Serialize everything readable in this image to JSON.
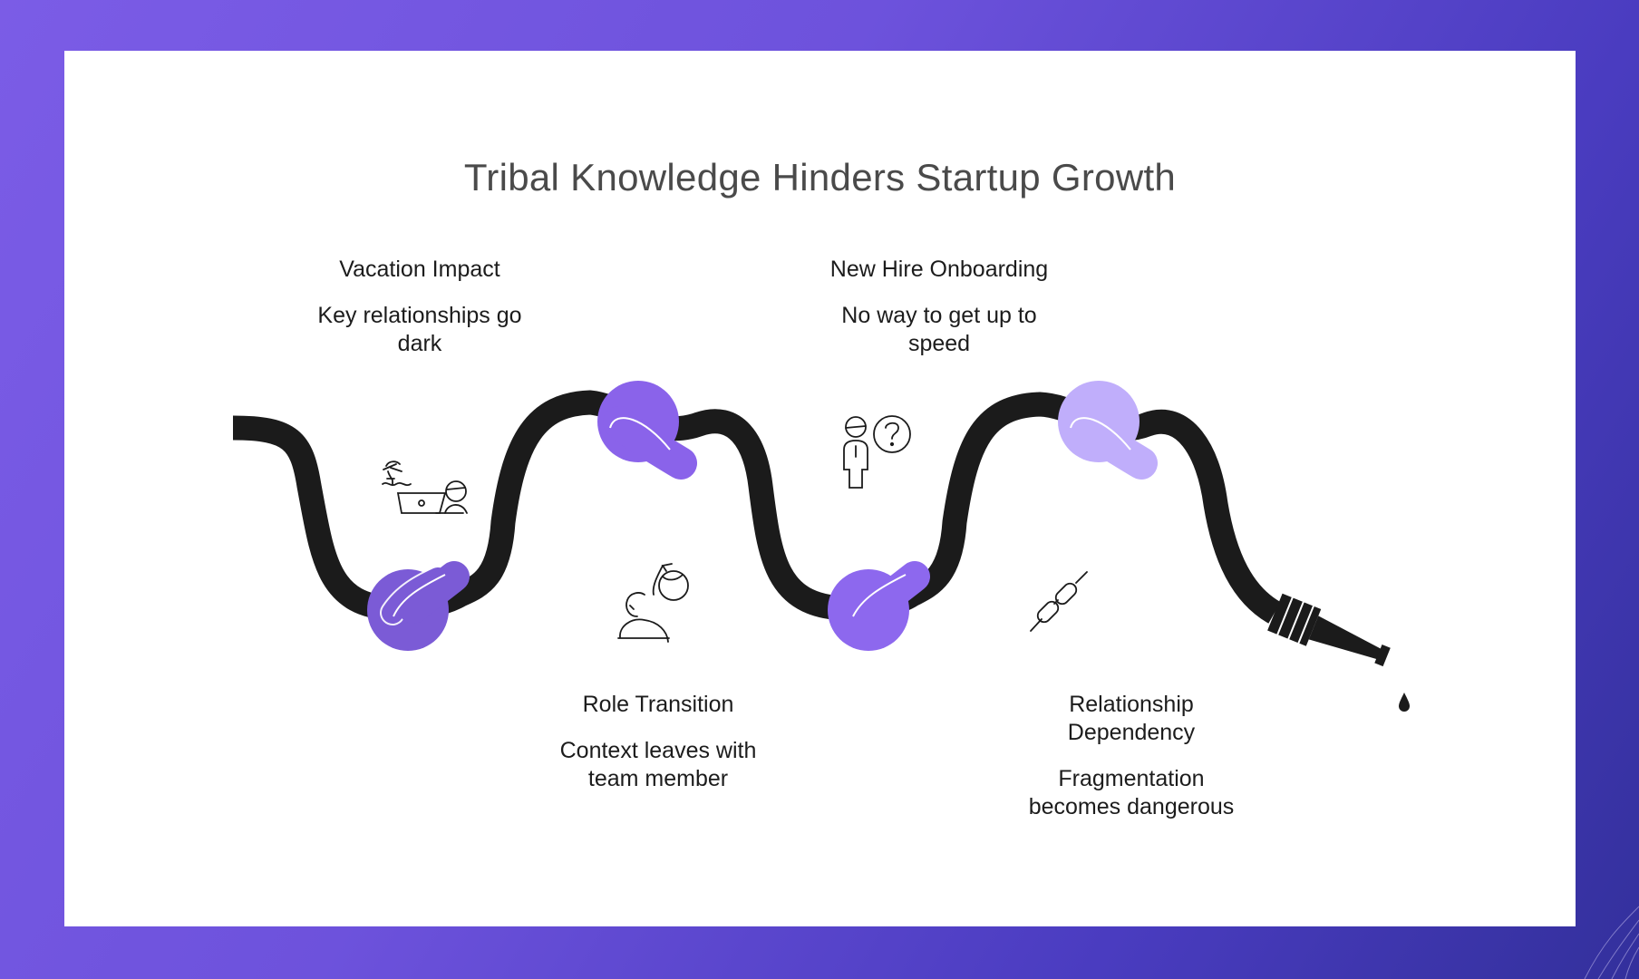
{
  "title": "Tribal Knowledge Hinders Startup Growth",
  "steps": [
    {
      "heading": "Vacation Impact",
      "description": "Key relationships go dark",
      "icon": "vacation-laptop-icon"
    },
    {
      "heading": "Role Transition",
      "description": "Context leaves with team member",
      "icon": "person-thinking-icon"
    },
    {
      "heading": "New Hire Onboarding",
      "description": "No way to get up to speed",
      "icon": "confused-new-hire-icon"
    },
    {
      "heading": "Relationship Dependency",
      "description": "Fragmentation becomes dangerous",
      "icon": "broken-chain-icon"
    }
  ],
  "colors": {
    "rope": "#1b1b1b",
    "knot1": "#7b5bd6",
    "knot2": "#8a63ea",
    "knot3": "#8d68ee",
    "knot4": "#c0aefb",
    "background_start": "#7b5ce6",
    "background_end": "#33309c"
  }
}
